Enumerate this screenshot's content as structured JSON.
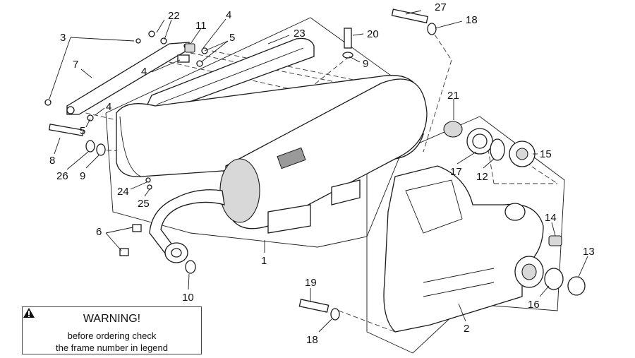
{
  "callouts": [
    {
      "id": "22",
      "text": "22"
    },
    {
      "id": "11",
      "text": "11"
    },
    {
      "id": "4a",
      "text": "4"
    },
    {
      "id": "27",
      "text": "27"
    },
    {
      "id": "18a",
      "text": "18"
    },
    {
      "id": "3",
      "text": "3"
    },
    {
      "id": "5a",
      "text": "5"
    },
    {
      "id": "23",
      "text": "23"
    },
    {
      "id": "20",
      "text": "20"
    },
    {
      "id": "7",
      "text": "7"
    },
    {
      "id": "4b",
      "text": "4"
    },
    {
      "id": "9a",
      "text": "9"
    },
    {
      "id": "4c",
      "text": "4"
    },
    {
      "id": "5b",
      "text": "5"
    },
    {
      "id": "21",
      "text": "21"
    },
    {
      "id": "8",
      "text": "8"
    },
    {
      "id": "26",
      "text": "26"
    },
    {
      "id": "9b",
      "text": "9"
    },
    {
      "id": "17",
      "text": "17"
    },
    {
      "id": "12",
      "text": "12"
    },
    {
      "id": "15",
      "text": "15"
    },
    {
      "id": "24",
      "text": "24"
    },
    {
      "id": "25",
      "text": "25"
    },
    {
      "id": "6",
      "text": "6"
    },
    {
      "id": "14",
      "text": "14"
    },
    {
      "id": "1",
      "text": "1"
    },
    {
      "id": "13",
      "text": "13"
    },
    {
      "id": "10",
      "text": "10"
    },
    {
      "id": "19",
      "text": "19"
    },
    {
      "id": "16",
      "text": "16"
    },
    {
      "id": "2",
      "text": "2"
    },
    {
      "id": "18b",
      "text": "18"
    }
  ],
  "warning": {
    "title": "WARNING!",
    "line1": "before ordering check",
    "line2": "the frame number in legend"
  }
}
